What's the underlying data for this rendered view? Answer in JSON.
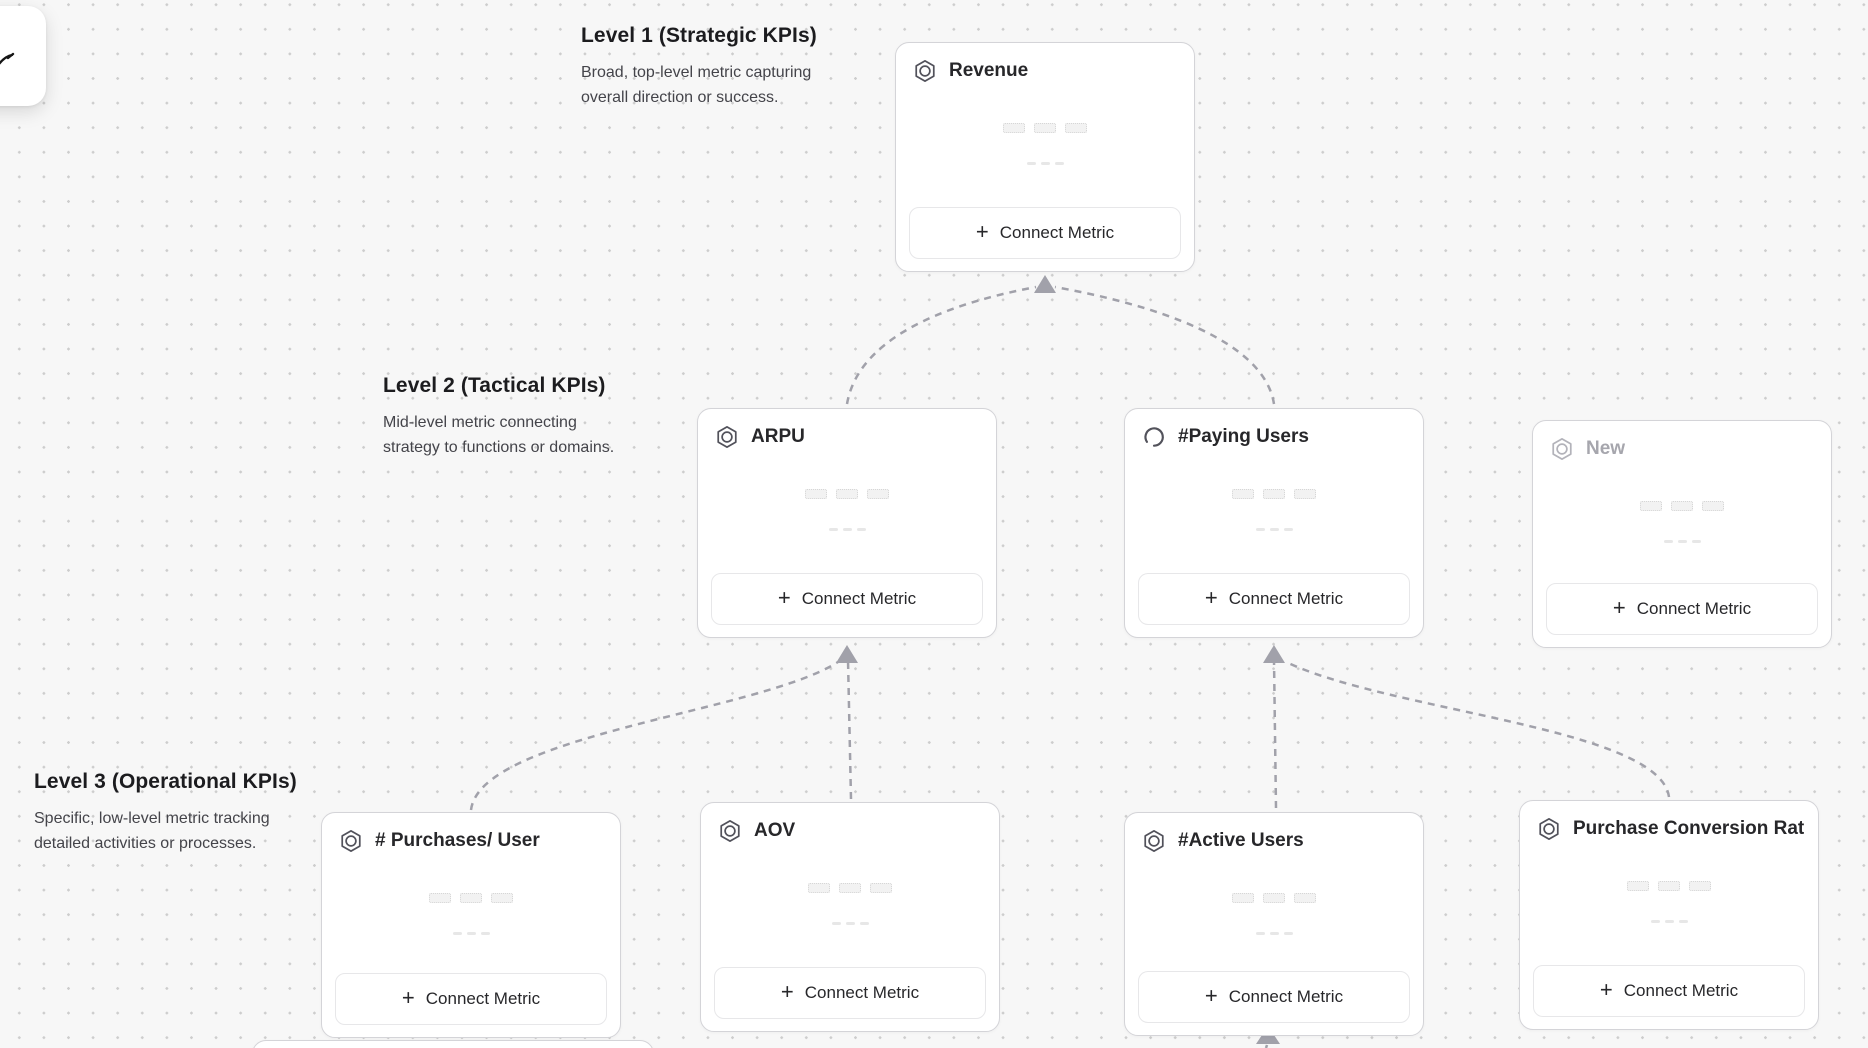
{
  "levels": [
    {
      "title": "Level 1 (Strategic KPIs)",
      "description": [
        "Broad, top-level metric capturing",
        "overall direction or success."
      ]
    },
    {
      "title": "Level 2 (Tactical KPIs)",
      "description": [
        "Mid-level metric connecting",
        "strategy to functions or domains."
      ]
    },
    {
      "title": "Level 3 (Operational KPIs)",
      "description": [
        "Specific, low-level metric tracking",
        "detailed activities or processes."
      ]
    }
  ],
  "cards": [
    {
      "title": "Revenue",
      "icon": "hexagon-metric-icon",
      "level": 1
    },
    {
      "title": "ARPU",
      "icon": "hexagon-metric-icon",
      "level": 2
    },
    {
      "title": "#Paying Users",
      "icon": "spinner-loading-icon",
      "level": 2
    },
    {
      "title": "New",
      "icon": "hexagon-metric-icon",
      "level": 2,
      "state": "placeholder"
    },
    {
      "title": "# Purchases/ User",
      "icon": "hexagon-metric-icon",
      "level": 3
    },
    {
      "title": "AOV",
      "icon": "hexagon-metric-icon",
      "level": 3
    },
    {
      "title": "#Active Users",
      "icon": "hexagon-metric-icon",
      "level": 3
    },
    {
      "title": "Purchase Conversion Rate",
      "icon": "hexagon-metric-icon",
      "level": 3
    }
  ],
  "connections": [
    {
      "from": "ARPU",
      "to": "Revenue"
    },
    {
      "from": "#Paying Users",
      "to": "Revenue"
    },
    {
      "from": "# Purchases/ User",
      "to": "ARPU"
    },
    {
      "from": "AOV",
      "to": "ARPU"
    },
    {
      "from": "#Active Users",
      "to": "#Paying Users"
    },
    {
      "from": "Purchase Conversion Rate",
      "to": "#Paying Users"
    },
    {
      "from": "offscreen-below",
      "to": "#Active Users"
    }
  ],
  "labels": {
    "connect_metric": "Connect Metric",
    "plus": "+"
  },
  "colors": {
    "background": "#f7f7f7",
    "grid_dot": "#cdcdcd",
    "card_border": "#d4d4d8",
    "card_title": "#27272a",
    "muted_title": "#a6a6ad",
    "connector": "#a1a1aa",
    "button_border": "#e7e7e9",
    "description_text": "#44444a"
  }
}
